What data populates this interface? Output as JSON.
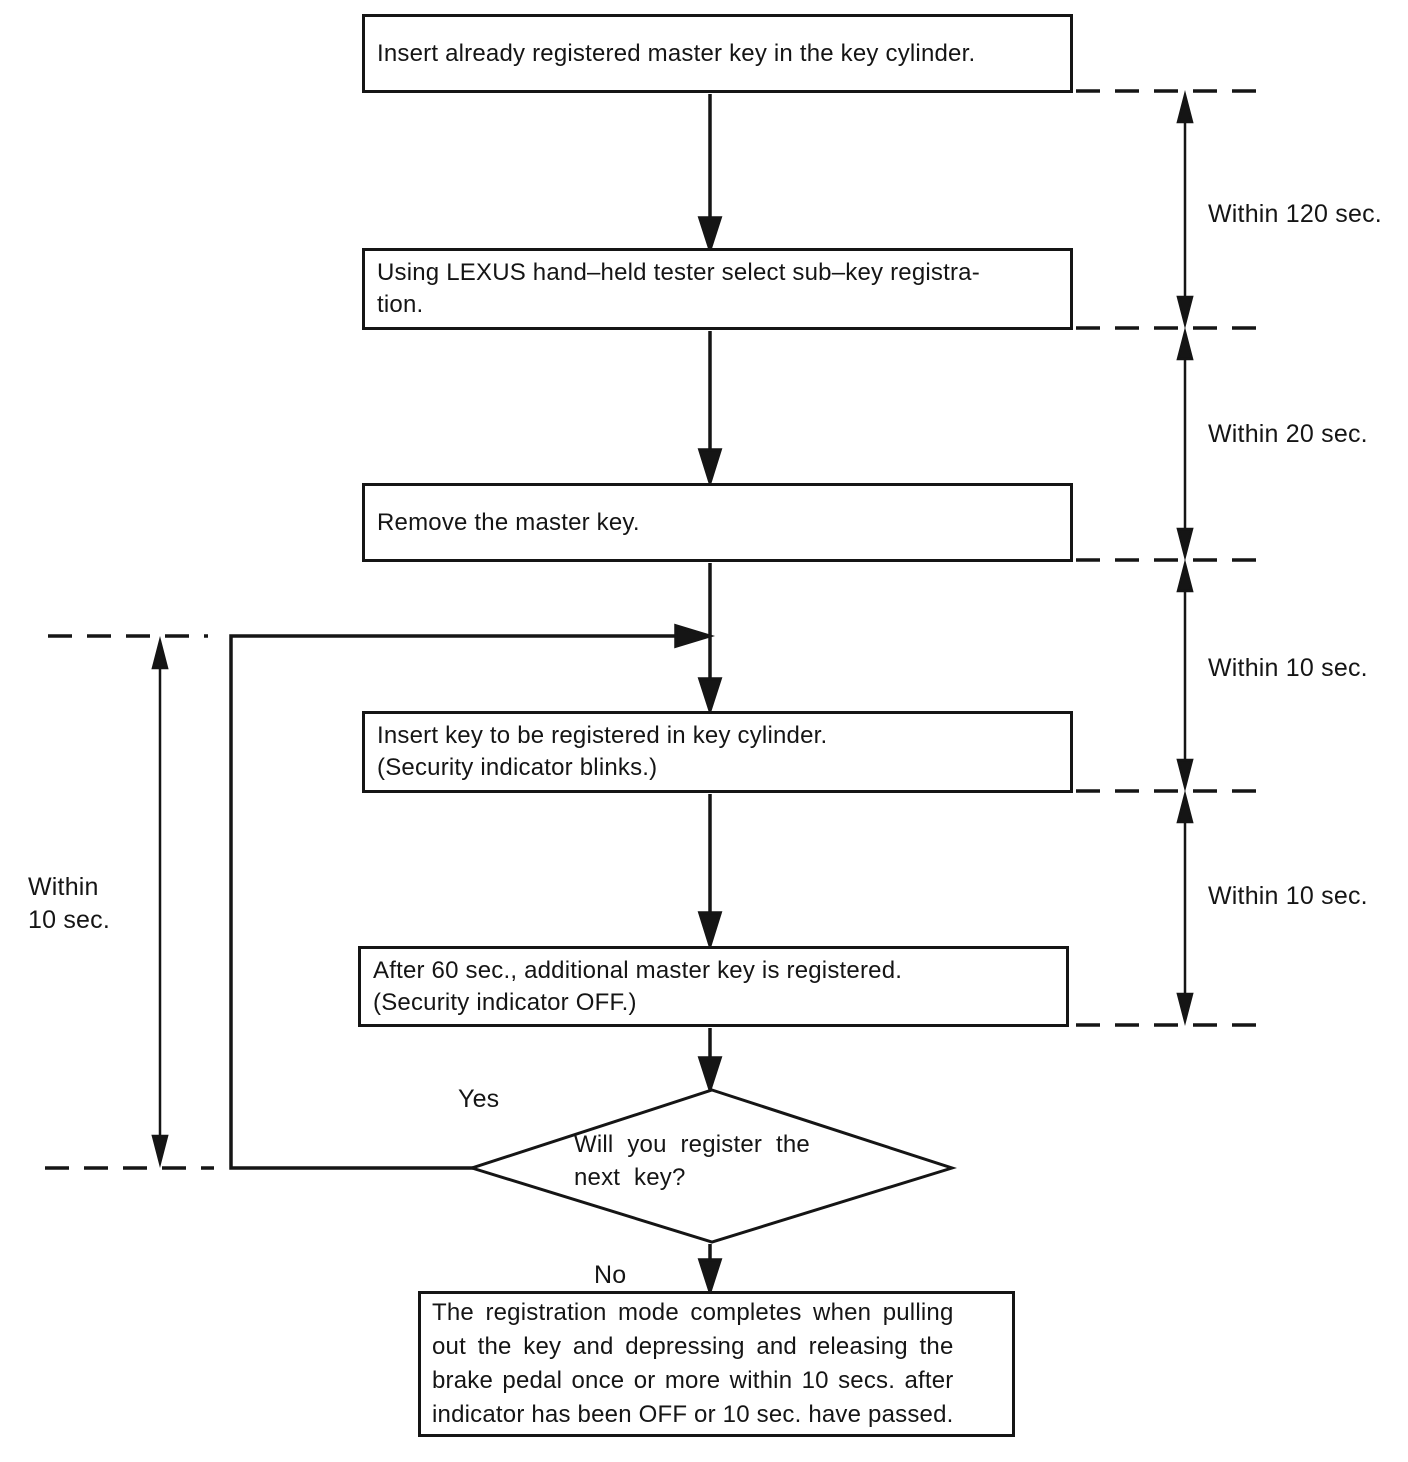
{
  "flowchart": {
    "steps": [
      {
        "text": "Insert already registered master key in the key cylinder."
      },
      {
        "text": "Using LEXUS hand–held tester select sub–key registra-\ntion."
      },
      {
        "text": "Remove the master key."
      },
      {
        "text": "Insert key to be registered in key cylinder.\n(Security indicator blinks.)"
      },
      {
        "text": "After 60 sec., additional master key is registered.\n(Security indicator OFF.)"
      },
      {
        "text": "The registration mode completes when pulling\nout the key and depressing and releasing the\nbrake pedal once or more within 10 secs. after\nindicator has been OFF or 10 sec. have passed."
      }
    ],
    "decision": {
      "text": "Will you register the\nnext key?"
    },
    "branch_labels": {
      "yes": "Yes",
      "no": "No"
    },
    "timings": {
      "right": [
        {
          "label": "Within 120 sec."
        },
        {
          "label": "Within 20 sec."
        },
        {
          "label": "Within 10 sec."
        },
        {
          "label": "Within 10 sec."
        }
      ],
      "left": {
        "label": "Within\n10 sec."
      }
    },
    "colors": {
      "ink": "#151515",
      "paper": "#ffffff"
    }
  }
}
